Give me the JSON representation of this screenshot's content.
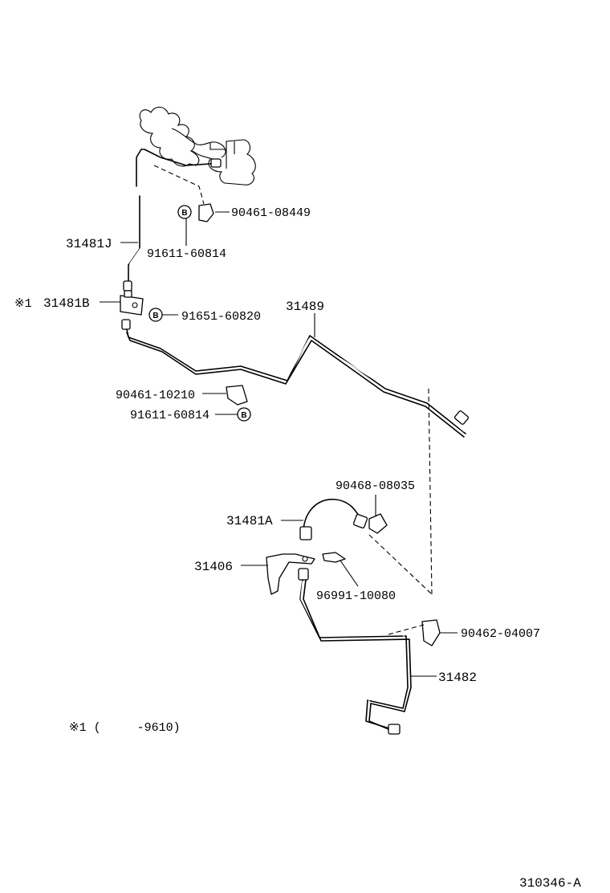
{
  "diagram": {
    "labels": {
      "p31481J": "31481J",
      "p31481B": "31481B",
      "note_mark_1": "※1",
      "p31489": "31489",
      "p31481A": "31481A",
      "p31406": "31406",
      "p31482": "31482",
      "p90461_08449": "90461-08449",
      "p91611_60814_a": "91611-60814",
      "p91651_60820": "91651-60820",
      "p90461_10210": "90461-10210",
      "p91611_60814_b": "91611-60814",
      "p90468_08035": "90468-08035",
      "p96991_10080": "96991-10080",
      "p90462_04007": "90462-04007",
      "footnote": "※1 (     -9610)",
      "figure_code": "310346-A"
    },
    "badge_letter": "B"
  }
}
